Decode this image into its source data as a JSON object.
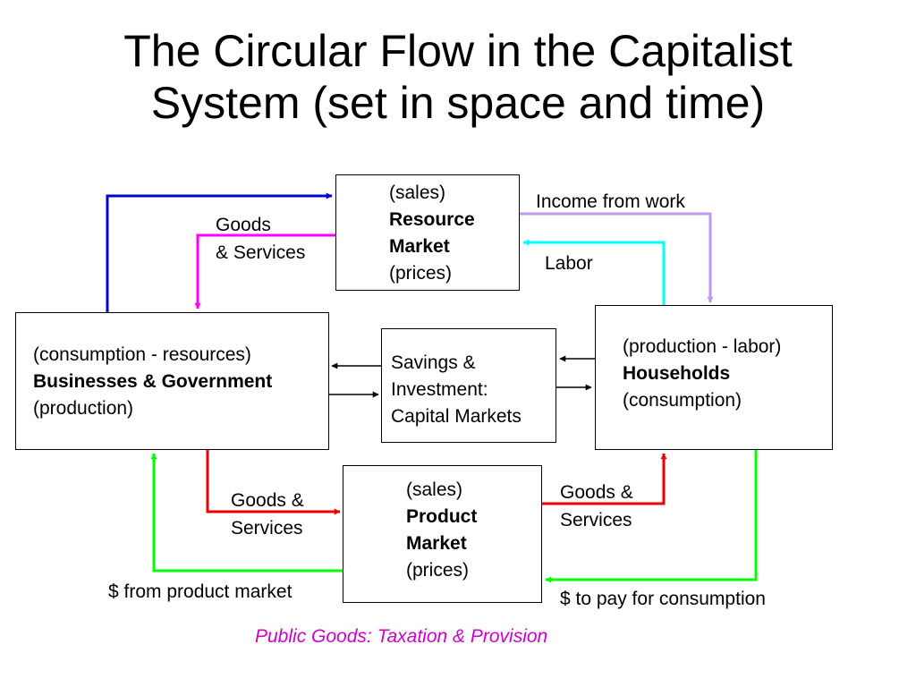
{
  "title": {
    "line1": "The Circular Flow in the Capitalist",
    "line2": "System (set in space and time)"
  },
  "boxes": {
    "resource_market": {
      "line1": "(sales)",
      "line2": "Resource",
      "line3": "Market",
      "line4": "(prices)"
    },
    "businesses": {
      "line1": "(consumption - resources)",
      "line2": "Businesses & Government",
      "line3": "(production)"
    },
    "capital_markets": {
      "line1": "Savings &",
      "line2": "Investment:",
      "line3": "Capital Markets"
    },
    "households": {
      "line1": "(production - labor)",
      "line2": "Households",
      "line3": "(consumption)"
    },
    "product_market": {
      "line1": "(sales)",
      "line2": "Product",
      "line3": "Market",
      "line4": "(prices)"
    }
  },
  "labels": {
    "goods_services_top": {
      "line1": "Goods",
      "line2": "& Services"
    },
    "income_from_work": "Income from work",
    "labor": "Labor",
    "goods_services_bottom_left": {
      "line1": "Goods &",
      "line2": "Services"
    },
    "goods_services_bottom_right": {
      "line1": "Goods &",
      "line2": "Services"
    },
    "from_product_market": "$ from product market",
    "to_pay_for_consumption": "$ to pay for consumption"
  },
  "footer": "Public Goods:  Taxation & Provision",
  "colors": {
    "blue_flow": "#0000cc",
    "magenta_flow": "#ff00ff",
    "lavender_flow": "#bb99ee",
    "cyan_flow": "#00ffff",
    "red_flow": "#ee0000",
    "green_flow": "#00ff00",
    "footer_text": "#cc00cc"
  }
}
